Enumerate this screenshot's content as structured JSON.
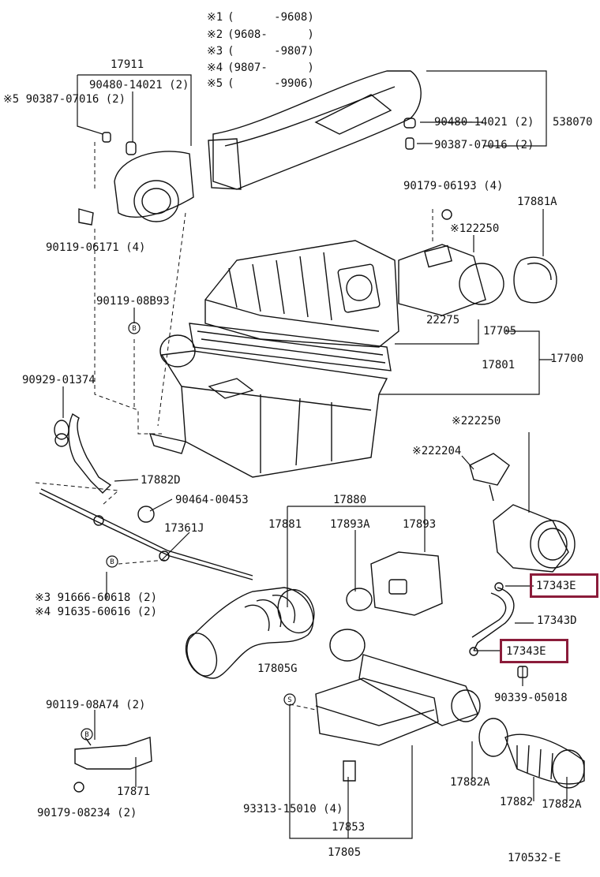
{
  "diagram_code": "170532-E",
  "highlight_color": "#8b1c3a",
  "legend": [
    {
      "mark": "※1",
      "range": "(      -9608)"
    },
    {
      "mark": "※2",
      "range": "(9608-      )"
    },
    {
      "mark": "※3",
      "range": "(      -9807)"
    },
    {
      "mark": "※4",
      "range": "(9807-      )"
    },
    {
      "mark": "※5",
      "range": "(      -9906)"
    }
  ],
  "labels": {
    "p17911": "17911",
    "p90480_a": "90480-14021 (2)",
    "p90387_a": "※5 90387-07016 (2)",
    "p90119_06171": "90119-06171 (4)",
    "p90480_b": "90480-14021 (2)",
    "p538070": "538070",
    "p90387_b": "90387-07016 (2)",
    "p90179_06193": "90179-06193 (4)",
    "p17881A": "17881A",
    "p122250": "※122250",
    "p90119_08B93": "90119-08B93",
    "p22275": "22275",
    "p17705": "17705",
    "p17801": "17801",
    "p17700": "17700",
    "p90929": "90929-01374",
    "p222250": "※222250",
    "p222204": "※222204",
    "p17882D": "17882D",
    "p90464": "90464-00453",
    "p17880": "17880",
    "p17881": "17881",
    "p17893A": "17893A",
    "p17893": "17893",
    "p17361J": "17361J",
    "p91666": "※3 91666-60618 (2)",
    "p91635": "※4 91635-60616 (2)",
    "p17343E_a": "17343E",
    "p17343D": "17343D",
    "p17343E_b": "17343E",
    "p17805G": "17805G",
    "p90339": "90339-05018",
    "p90119_08A74": "90119-08A74 (2)",
    "p17871": "17871",
    "p90179_08234": "90179-08234 (2)",
    "p93313": "93313-15010 (4)",
    "p17853": "17853",
    "p17805": "17805",
    "p17882A_a": "17882A",
    "p17882": "17882",
    "p17882A_b": "17882A",
    "mark_B1": "B",
    "mark_B2": "B",
    "mark_B3": "B",
    "mark_S": "S"
  }
}
